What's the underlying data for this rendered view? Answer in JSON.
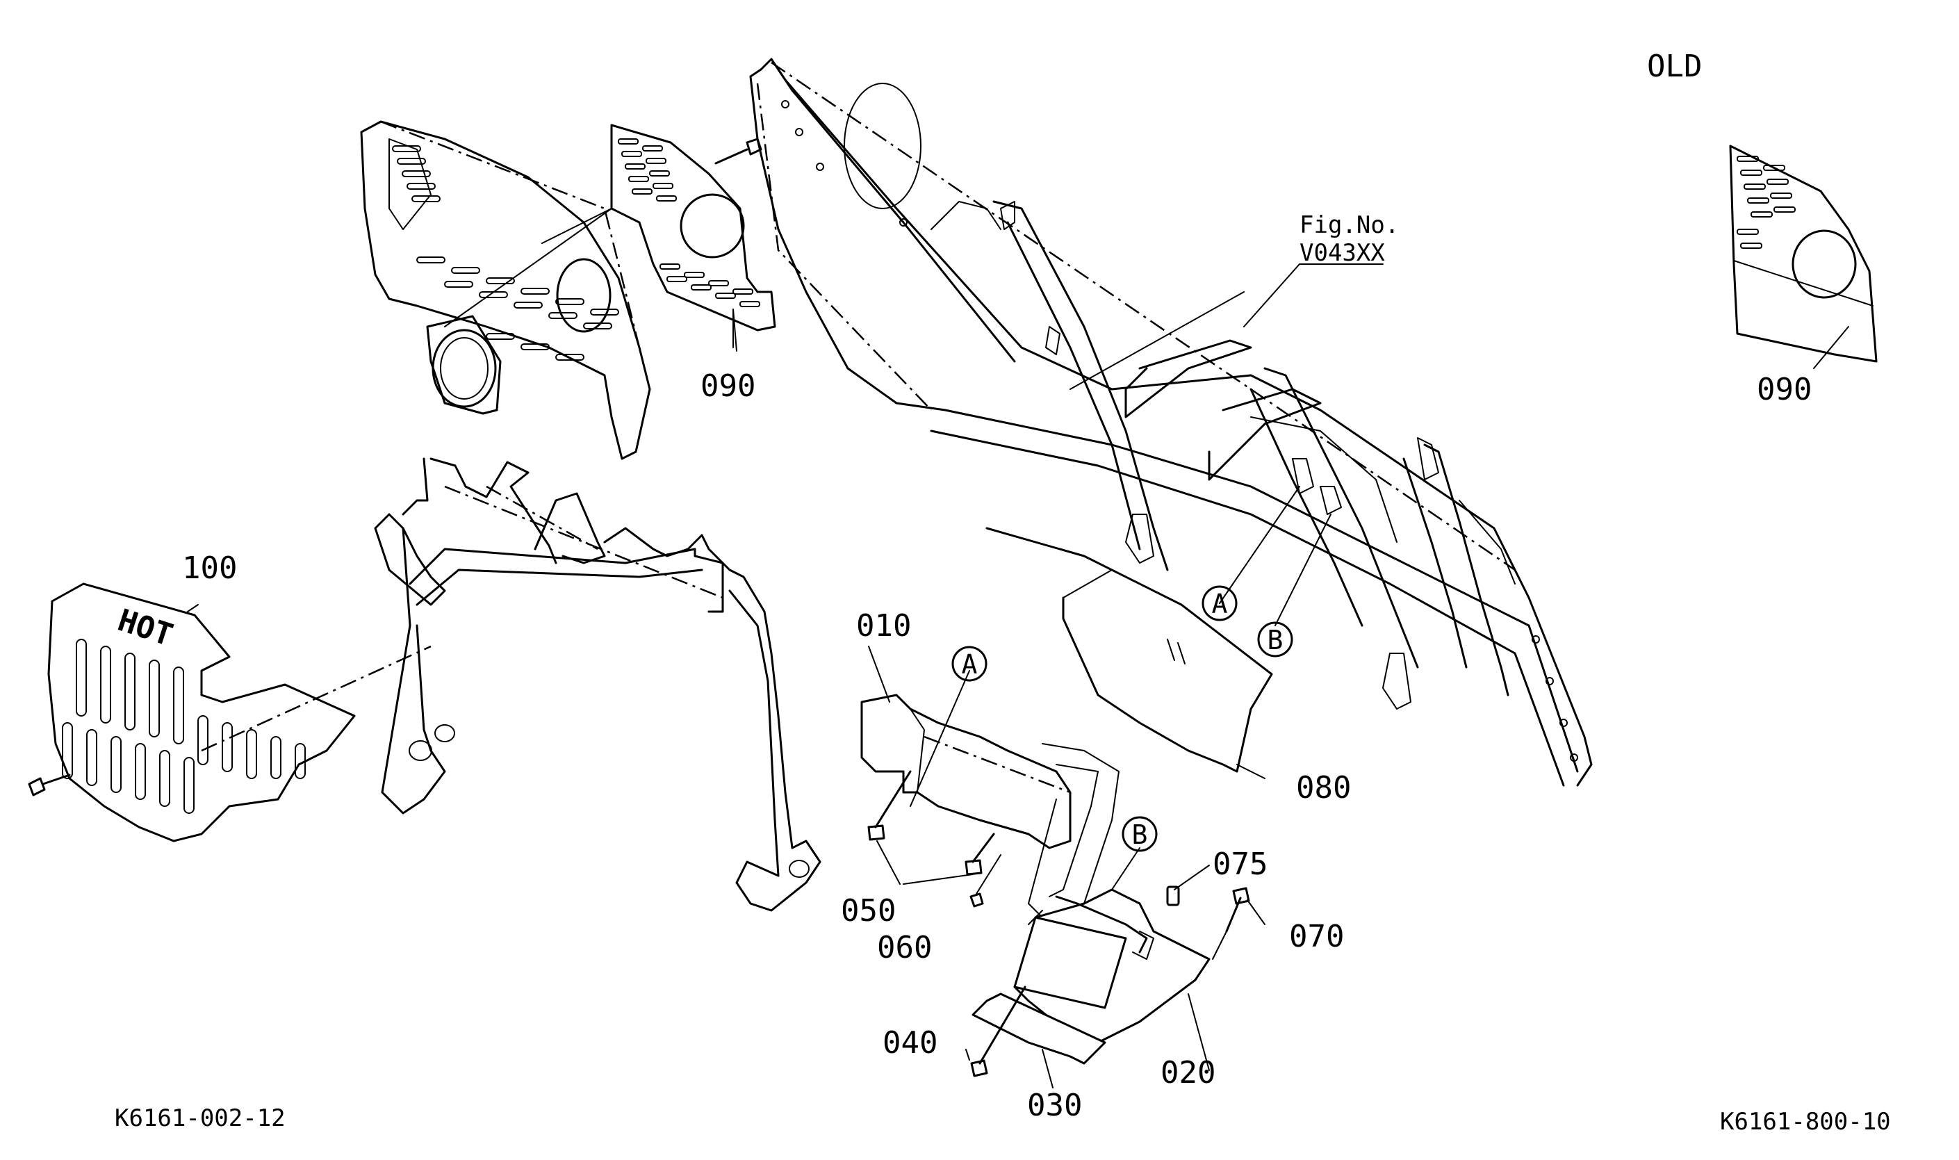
{
  "header": {
    "variant_label": "OLD"
  },
  "figure_reference": {
    "label": "Fig.No.",
    "code": "V043XX"
  },
  "callouts": {
    "c010": "010",
    "c020": "020",
    "c030": "030",
    "c040": "040",
    "c050": "050",
    "c060": "060",
    "c070": "070",
    "c075": "075",
    "c080": "080",
    "c090_main": "090",
    "c090_old": "090",
    "c100": "100"
  },
  "connector_markers": {
    "a_frame": "A",
    "b_frame": "B",
    "a_part": "A",
    "b_part": "B"
  },
  "shield_marking": "HOT",
  "drawing_numbers": {
    "left": "K6161-002-12",
    "right": "K6161-800-10"
  }
}
